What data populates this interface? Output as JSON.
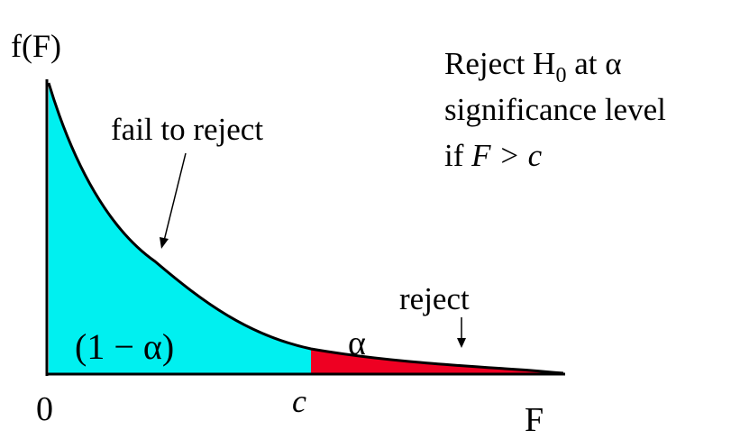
{
  "diagram": {
    "y_axis_label": "f(F)",
    "x_axis_label": "F",
    "origin_label": "0",
    "critical_label": "c",
    "fail_region_label": "fail to reject",
    "reject_region_label": "reject",
    "fail_area_label": "(1 − α)",
    "reject_area_label": "α",
    "rule": {
      "line1_prefix": "Reject H",
      "line1_subscript": "0",
      "line1_suffix": " at α",
      "line2": "significance level",
      "line3_prefix": "if ",
      "line3_math": "F > c"
    }
  },
  "colors": {
    "fail_region": "#00f0f0",
    "reject_region": "#ee0022",
    "curve": "#000000",
    "axes": "#000000"
  }
}
